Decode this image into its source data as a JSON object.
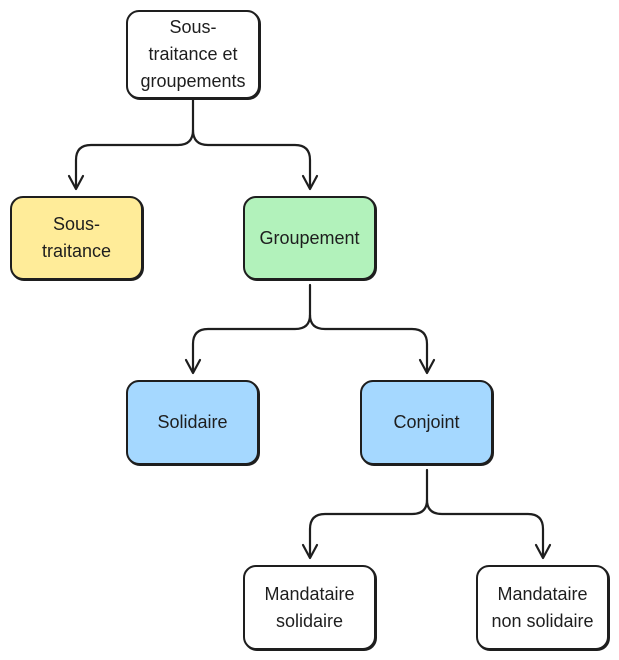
{
  "colors": {
    "stroke": "#1e1e1e",
    "root_fill": "#ffffff",
    "sous_traitance_fill": "#ffec99",
    "groupement_fill": "#b2f2bb",
    "solidaire_fill": "#a5d8ff",
    "conjoint_fill": "#a5d8ff",
    "leaf_fill": "#ffffff"
  },
  "nodes": {
    "root": "Sous-\ntraitance et\ngroupements",
    "sous_traitance": "Sous-\ntraitance",
    "groupement": "Groupement",
    "solidaire": "Solidaire",
    "conjoint": "Conjoint",
    "mandataire_solidaire": "Mandataire\nsolidaire",
    "mandataire_non_solidaire": "Mandataire\nnon solidaire"
  },
  "edges": [
    [
      "root",
      "sous_traitance"
    ],
    [
      "root",
      "groupement"
    ],
    [
      "groupement",
      "solidaire"
    ],
    [
      "groupement",
      "conjoint"
    ],
    [
      "conjoint",
      "mandataire_solidaire"
    ],
    [
      "conjoint",
      "mandataire_non_solidaire"
    ]
  ]
}
